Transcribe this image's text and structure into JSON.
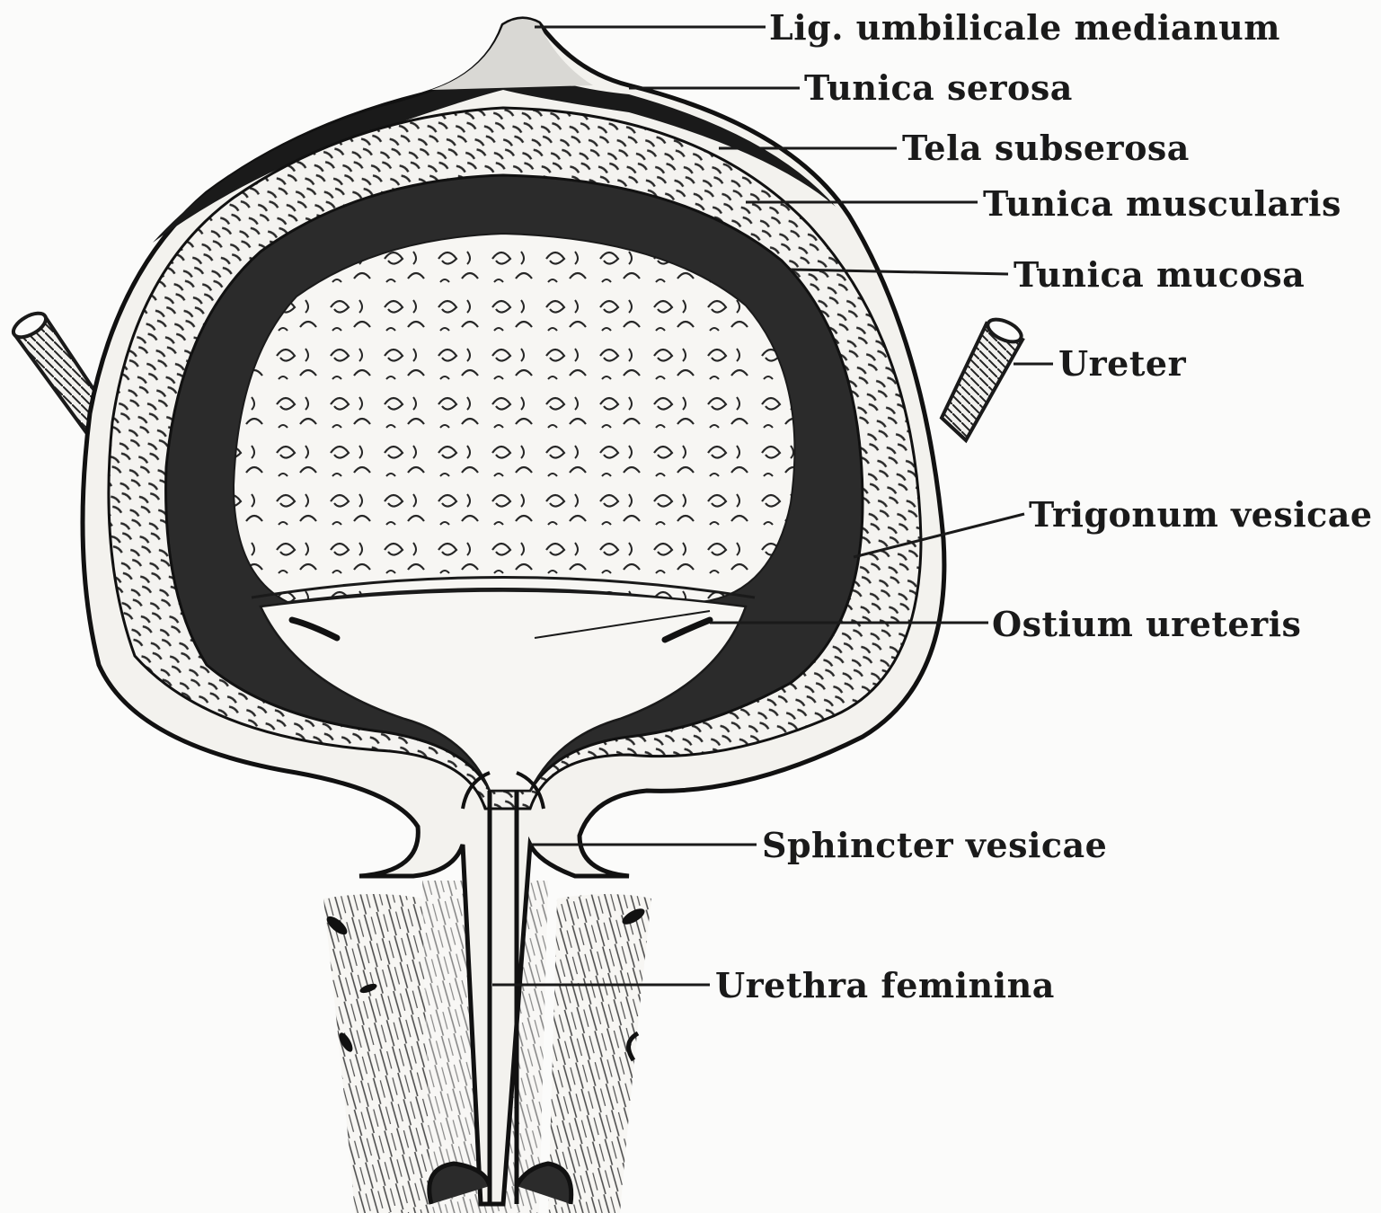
{
  "colors": {
    "ink": "#1a1a1a",
    "paper": "#fbfbfa",
    "cavity": "#2b2b2b"
  },
  "labels": {
    "lig_umbilicale": "Lig. umbilicale medianum",
    "tunica_serosa": "Tunica serosa",
    "tela_subserosa": "Tela subserosa",
    "tunica_muscularis": "Tunica muscularis",
    "tunica_mucosa": "Tunica mucosa",
    "ureter": "Ureter",
    "trigonum_vesicae": "Trigonum vesicae",
    "ostium_ureteris": "Ostium ureteris",
    "sphincter_vesicae": "Sphincter vesicae",
    "urethra_feminina": "Urethra feminina"
  }
}
